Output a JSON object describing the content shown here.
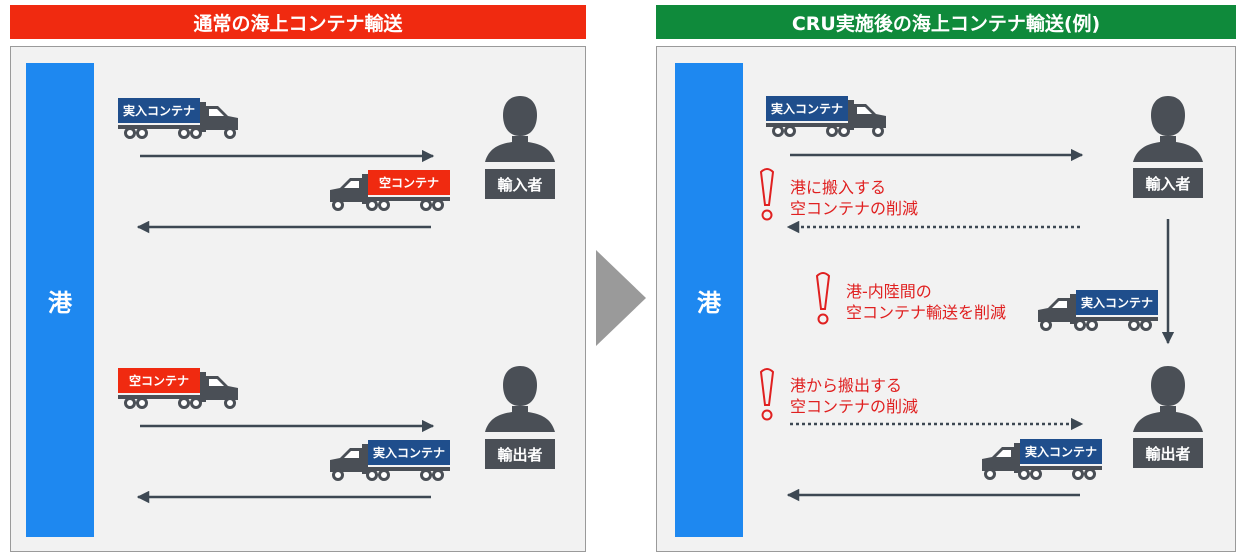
{
  "colors": {
    "left_header": "#f02a10",
    "right_header": "#0f8a3b",
    "port": "#1e88f0",
    "full_container": "#1f4e8c",
    "empty_container": "#f02a10",
    "role_box": "#4a4f56",
    "truck": "#4a4f56",
    "arrow": "#3d4853",
    "note_text": "#e02020",
    "next_arrow": "#9a9a9a"
  },
  "left": {
    "title": "通常の海上コンテナ輸送",
    "port_label": "港",
    "importer_label": "輸入者",
    "exporter_label": "輸出者",
    "trucks": {
      "import_go": "実入コンテナ",
      "import_return": "空コンテナ",
      "export_go": "空コンテナ",
      "export_return": "実入コンテナ"
    }
  },
  "right": {
    "title": "CRU実施後の海上コンテナ輸送(例)",
    "port_label": "港",
    "importer_label": "輸入者",
    "exporter_label": "輸出者",
    "trucks": {
      "import_go": "実入コンテナ",
      "inland": "実入コンテナ",
      "export_return": "実入コンテナ"
    },
    "notes": {
      "import_reduction": [
        "港に搬入する",
        "空コンテナの削減"
      ],
      "inland_reduction": [
        "港-内陸間の",
        "空コンテナ輸送を削減"
      ],
      "export_reduction": [
        "港から搬出する",
        "空コンテナの削減"
      ]
    }
  },
  "icons": {
    "person": "person-silhouette-icon",
    "truck": "semi-truck-icon",
    "exclamation": "exclamation-mark-icon",
    "next": "triangle-right-icon"
  }
}
